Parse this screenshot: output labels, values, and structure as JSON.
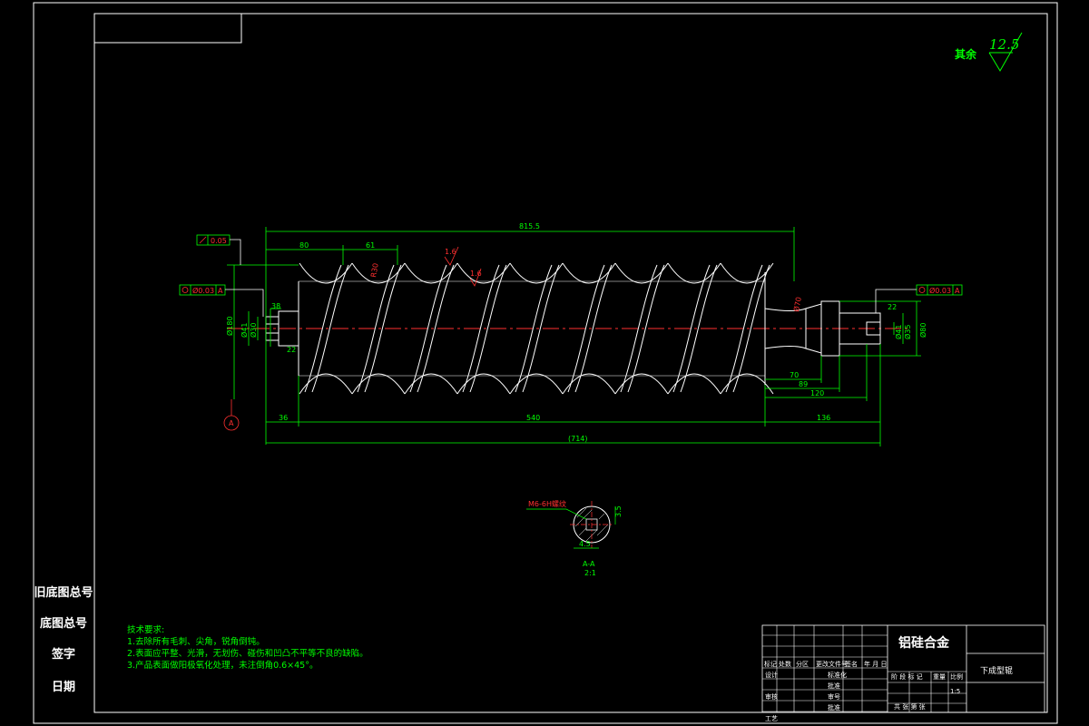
{
  "roughness": {
    "prefix": "其余",
    "value": "12.5"
  },
  "tolerances": {
    "runout": "0.05",
    "left_coaxial": "Ø0.03",
    "right_coaxial": "Ø0.03",
    "datum": "A",
    "datum_circle": "A"
  },
  "surface_marks": [
    "1.6",
    "1.6"
  ],
  "dimensions": {
    "overall_top": "815.5",
    "d80": "80",
    "d61": "61",
    "d38": "38",
    "d22": "22",
    "d36_left": "36",
    "d540": "540",
    "d136": "136",
    "d714": "(714)",
    "d70": "70",
    "d89": "89",
    "d120": "120",
    "d22_right": "22",
    "dia_left_1": "Ø180",
    "dia_left_2": "Ø41",
    "dia_left_3": "Ø30",
    "dia_right_1": "Ø41",
    "dia_right_2": "Ø35",
    "dia_right_3": "Ø80",
    "dia_flute": "R30",
    "dia_step": "Ø70"
  },
  "section": {
    "thread_note": "M6-6H螺纹",
    "width": "4.5",
    "depth": "3.5",
    "title": "A-A",
    "scale": "2:1"
  },
  "side_labels": [
    "旧底图总号",
    "底图总号",
    "签字",
    "日期"
  ],
  "tech_requirements": {
    "title": "技术要求:",
    "items": [
      "1.去除所有毛刺、尖角，锐角倒钝。",
      "2.表面应平整、光滑，无划伤、碰伤和凹凸不平等不良的缺陷。",
      "3.产品表面做阳极氧化处理，未注倒角0.6×45°。"
    ]
  },
  "title_block": {
    "material": "铝硅合金",
    "part_name": "下成型辊",
    "col_labels": [
      "标记",
      "处数",
      "分区",
      "更改文件号",
      "签名",
      "年 月 日"
    ],
    "row_labels": [
      "设计",
      "审核",
      "工艺"
    ],
    "mid_labels": [
      "标准化",
      "批准",
      "审号",
      "批准"
    ],
    "right_labels": [
      "阶 段 标 记",
      "重量",
      "比例"
    ],
    "scale_value": "1:5",
    "sheet_text": "共 张 第 张"
  }
}
